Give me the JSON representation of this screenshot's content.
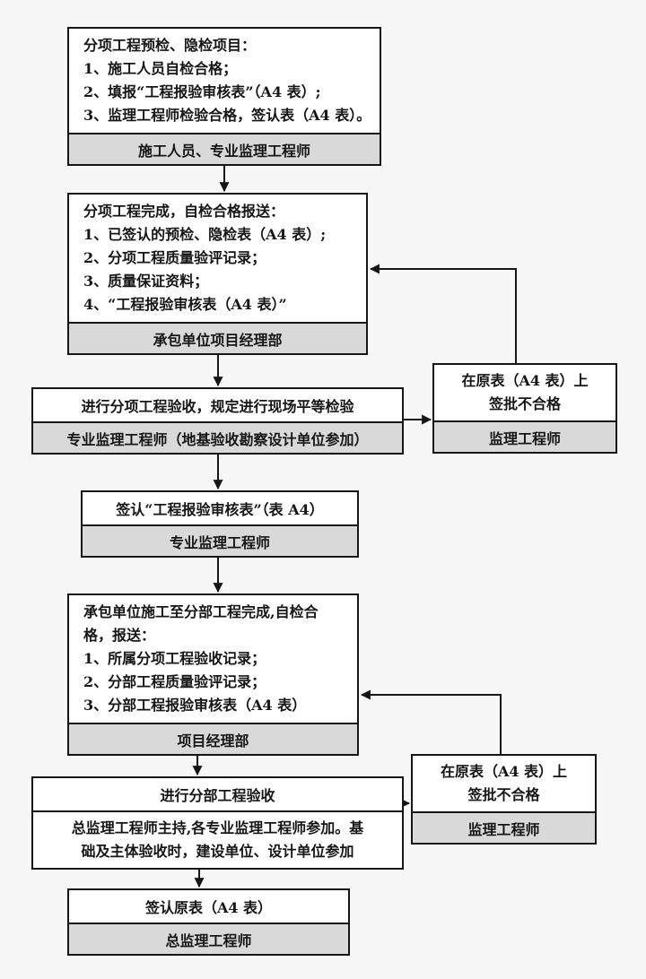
{
  "palette": {
    "background": "#f7f7f7",
    "node_fill": "#ffffff",
    "actor_fill": "#d9d9d9",
    "line_color": "#161616"
  },
  "flow": {
    "precheck": {
      "lines": [
        "分项工程预检、隐检项目：",
        "1、施工人员自检合格；",
        "2、填报“工程报验审核表”（A4 表）;",
        "3、监理工程师检验合格，签认表（A4 表）。"
      ],
      "actor": "施工人员、专业监理工程师"
    },
    "submit_subproject": {
      "lines": [
        "分项工程完成，自检合格报送：",
        "1、已签认的预检、隐检表（A4 表）;",
        "2、分项工程质量验评记录；",
        "3、质量保证资料；",
        "4、“工程报验审核表（A4 表）”"
      ],
      "actor": "承包单位项目经理部"
    },
    "accept_subproject": {
      "title": "进行分项工程验收，规定进行现场平等检验",
      "actor": "专业监理工程师（地基验收勘察设计单位参加）"
    },
    "reject1": {
      "lines": [
        "在原表（A4 表）上",
        "签批不合格"
      ],
      "actor": "监理工程师"
    },
    "sign_review": {
      "title": "签认“工程报验审核表”（表 A4）",
      "actor": "专业监理工程师"
    },
    "submit_division": {
      "lines": [
        "承包单位施工至分部工程完成,自检合",
        "格，报送：",
        "1、所属分项工程验收记录；",
        "2、分部工程质量验评记录；",
        "3、分部工程报验审核表（A4 表）"
      ],
      "actor": "项目经理部"
    },
    "accept_division": {
      "title": "进行分部工程验收",
      "detail_lines": [
        "总监理工程师主持,各专业监理工程师参加。基",
        "础及主体验收时，建设单位、设计单位参加"
      ]
    },
    "reject2": {
      "lines": [
        "在原表（A4 表）上",
        "签批不合格"
      ],
      "actor": "监理工程师"
    },
    "sign_original": {
      "title": "签认原表（A4 表）",
      "actor": "总监理工程师"
    }
  }
}
